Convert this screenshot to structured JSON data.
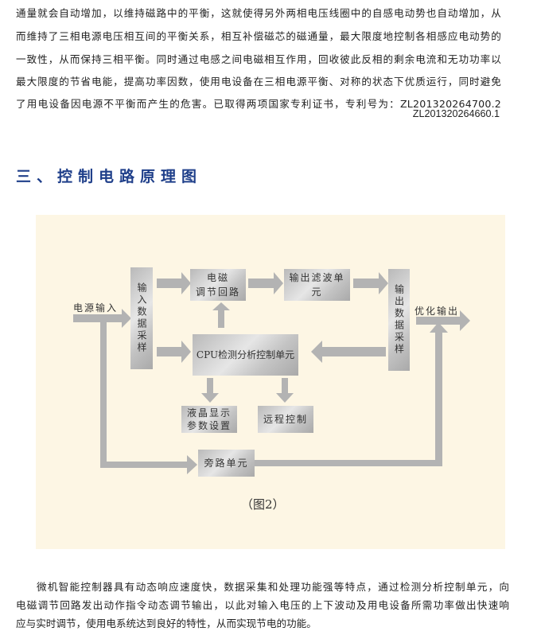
{
  "intro_paragraph": {
    "lines": [
      "通量就会自动增加，以维持磁路中的平衡，这就使得另外两相电压线圈中的自感电动势也自动增加，从",
      "而维持了三相电源电压相互间的平衡关系，相互补偿磁芯的磁通量，最大限度地控制各相感应电动势的",
      "一致性，从而保持三相平衡。同时通过电感之间电磁相互作用，回收彼此反相的剩余电流和无功功率以",
      "最大限度的节省电能，提高功率因数，使用电设备在三相电源平衡、对称的状态下优质运行，同时避免",
      "了用电设备因电源不平衡而产生的危害。已取得两项国家专利证书，专利号为：ZL201320264700.2"
    ],
    "patent_2": "ZL201320264660.1"
  },
  "section_title": "三、控制电路原理图",
  "diagram": {
    "power_input": "电源输入",
    "input_sampling": "输入数据采样",
    "em_regulation": [
      "电磁",
      "调节回路"
    ],
    "output_filter": "输出滤波单元",
    "output_sampling": "输出数据采样",
    "optimized_output": "优化输出",
    "cpu_unit": "CPU检测分析控制单元",
    "lcd_display": [
      "液晶显示",
      "参数设置"
    ],
    "remote_control": "远程控制",
    "bypass_unit": "旁路单元",
    "caption": "（图2）",
    "colors": {
      "background": "#fdf6e4",
      "box": "#c8c8c8",
      "title": "#1f3f8a"
    }
  },
  "summary_paragraph": {
    "lines": [
      "微机智能控制器具有动态响应速度快，数据采集和处理功能强等特点，通过检测分析控制单元，向",
      "电磁调节回路发出动作指令动态调节输出，以此对输入电压的上下波动及用电设备所需功率做出快速响",
      "应与实时调节，使用电系统达到良好的特性，从而实现节电的功能。"
    ]
  }
}
